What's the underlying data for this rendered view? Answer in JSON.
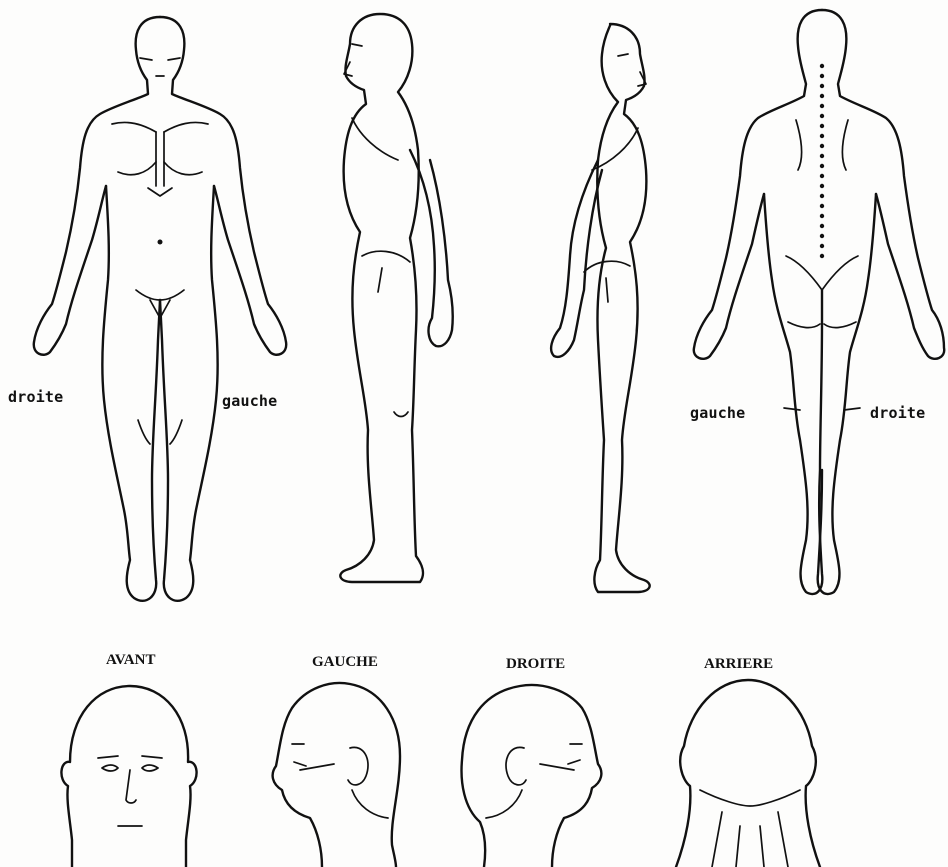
{
  "body_labels": {
    "front_right": "droite",
    "front_left": "gauche",
    "back_left": "gauche",
    "back_right": "droite"
  },
  "head_labels": {
    "front": "AVANT",
    "left": "GAUCHE",
    "right": "DROITE",
    "back": "ARRIERE"
  }
}
